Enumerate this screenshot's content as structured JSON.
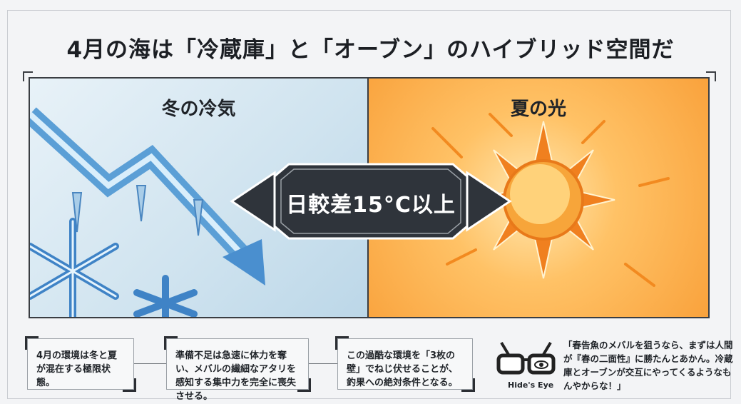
{
  "title": "4月の海は「冷蔵庫」と「オーブン」のハイブリッド空間だ",
  "panels": {
    "cold": {
      "label": "冬の冷気",
      "color": "#cfe3ef"
    },
    "hot": {
      "label": "夏の光",
      "color": "#f9a23c"
    }
  },
  "badge": {
    "text": "日較差15°C以上"
  },
  "steps": [
    {
      "text": "4月の環境は冬と夏が混在する極限状態。"
    },
    {
      "text": "準備不足は急速に体力を奪い、メバルの繊細なアタリを感知する集中力を完全に喪失させる。"
    },
    {
      "text": "この過酷な環境を「3枚の壁」でねじ伏せることが、釣果への絶対条件となる。"
    }
  ],
  "hide": {
    "label": "Hide's Eye",
    "quote": "「春告魚のメバルを狙うなら、まずは人間が『春の二面性』に勝たんとあかん。冷蔵庫とオーブンが交互にやってくるようなもんやからな！」"
  }
}
